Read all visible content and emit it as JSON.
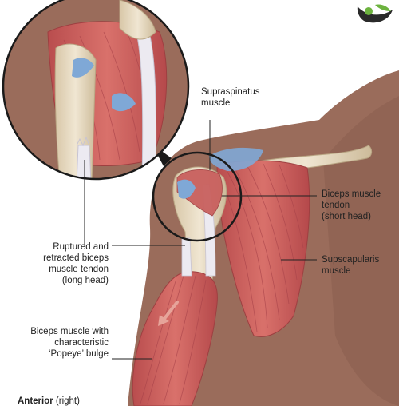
{
  "labels": {
    "supraspinatus": "Supraspinatus\nmuscle",
    "biceps_short": "Biceps muscle\ntendon\n(short head)",
    "ruptured": "Ruptured and\nretracted biceps\nmuscle tendon\n(long head)",
    "subscapularis": "Supscapularis\nmuscle",
    "popeye": "Biceps muscle with\ncharacteristic\n‘Popeye’ bulge"
  },
  "caption": {
    "bold": "Anterior",
    "rest": " (right)"
  },
  "colors": {
    "skin": "#9a6c5b",
    "muscle": "#c9605e",
    "tendon": "#e9e6ee",
    "bone": "#e9dcc5",
    "ligament": "#7fa8d6"
  }
}
